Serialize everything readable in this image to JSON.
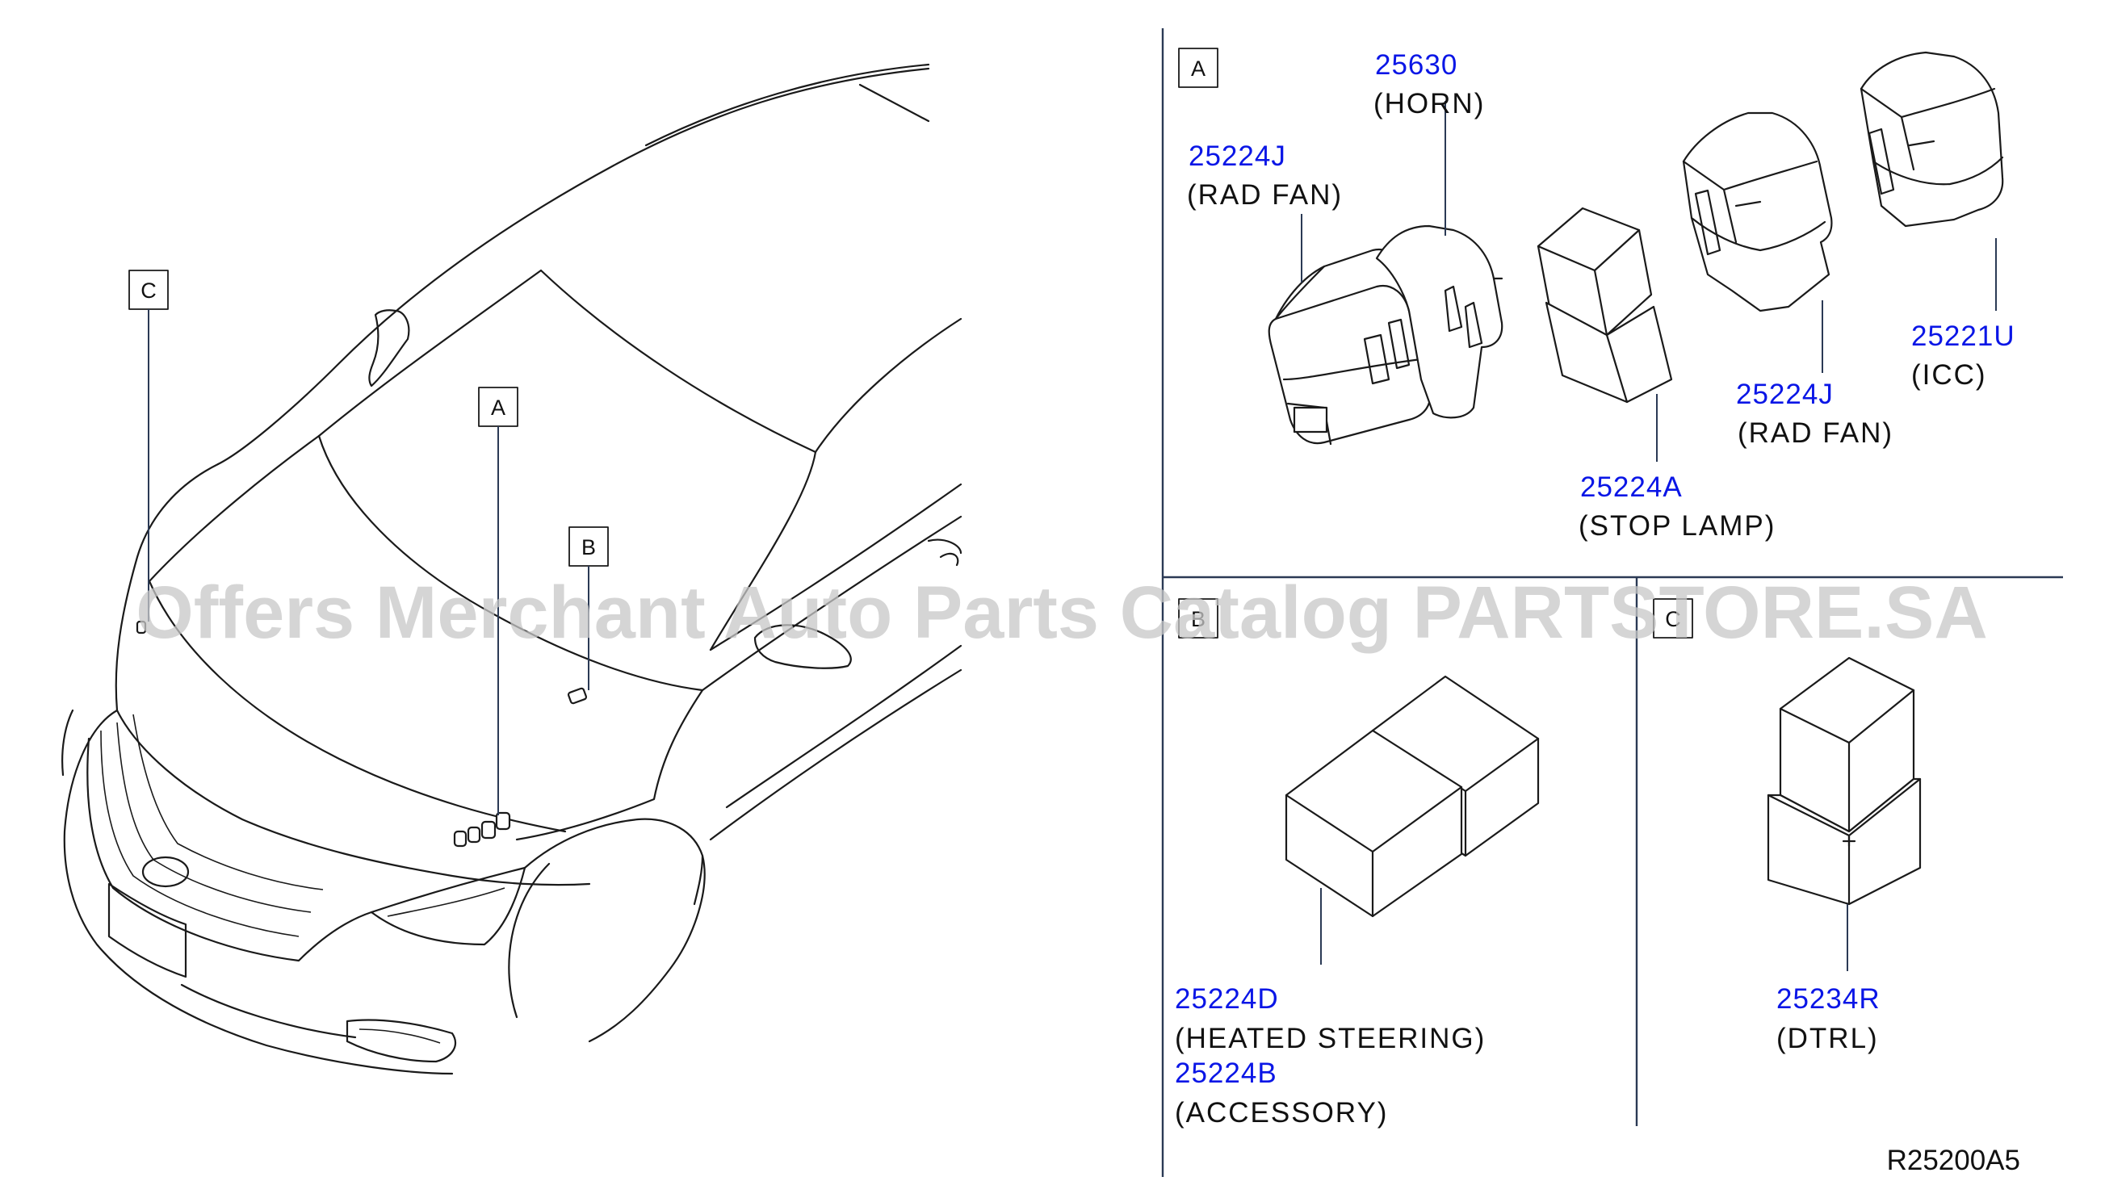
{
  "diagram": {
    "watermark": "Offers Merchant Auto Parts Catalog PARTSTORE.SA",
    "reference_code": "R25200A5",
    "car_callouts": {
      "a": "A",
      "b": "B",
      "c": "C"
    },
    "panel_a": {
      "tag": "A",
      "parts": [
        {
          "number": "25630",
          "description": "(HORN)"
        },
        {
          "number": "25224J",
          "description": "(RAD  FAN)"
        },
        {
          "number": "25224A",
          "description": "(STOP  LAMP)"
        },
        {
          "number": "25224J",
          "description": "(RAD  FAN)"
        },
        {
          "number": "25221U",
          "description": "(ICC)"
        }
      ]
    },
    "panel_b": {
      "tag": "B",
      "parts": [
        {
          "number": "25224D",
          "description": "(HEATED  STEERING)"
        },
        {
          "number": "25224B",
          "description": "(ACCESSORY)"
        }
      ]
    },
    "panel_c": {
      "tag": "C",
      "parts": [
        {
          "number": "25234R",
          "description": "(DTRL)"
        }
      ]
    }
  }
}
